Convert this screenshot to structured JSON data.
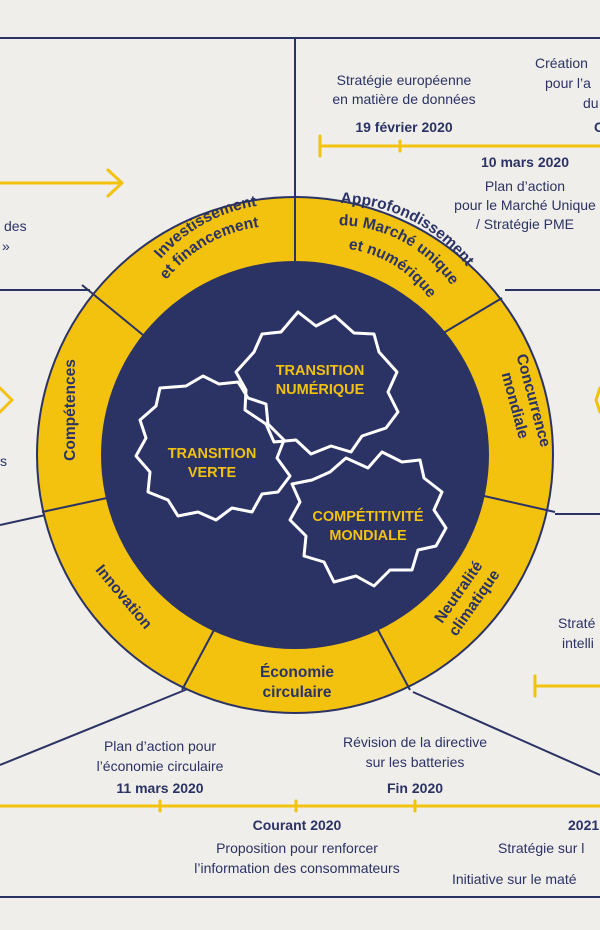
{
  "colors": {
    "navy": "#2b3264",
    "yellow": "#f2c20f",
    "background": "#efeeea"
  },
  "gears": {
    "digital": [
      "TRANSITION",
      "NUMÉRIQUE"
    ],
    "green": [
      "TRANSITION",
      "VERTE"
    ],
    "competitiveness": [
      "COMPÉTITIVITÉ",
      "MONDIALE"
    ]
  },
  "ring_segments": {
    "investment": [
      "Investissement",
      "et financement"
    ],
    "single_market": [
      "Approfondissement",
      "du Marché unique",
      "et numérique"
    ],
    "global_competition": [
      "Concurrence",
      "mondiale"
    ],
    "climate_neutrality": [
      "Neutralité",
      "climatique"
    ],
    "circular_economy": [
      "Économie",
      "circulaire"
    ],
    "innovation": [
      "Innovation"
    ],
    "skills": [
      "Compétences"
    ]
  },
  "top_right_panel": {
    "item1": [
      "Stratégie européenne",
      "en matière de données"
    ],
    "date1": "19 février 2020",
    "date2": "10 mars 2020",
    "item2": [
      "Plan d’action",
      "pour le Marché Unique",
      "/ Stratégie PME"
    ],
    "clipped": [
      "Création",
      "pour l’a",
      "du",
      "C"
    ]
  },
  "left_fragments": {
    "top": [
      "des",
      "»"
    ],
    "middle": "s"
  },
  "right_fragments": [
    "Straté",
    "intelli"
  ],
  "bottom_timeline": {
    "item1": [
      "Plan d’action pour",
      "l’économie circulaire"
    ],
    "date1": "11 mars 2020",
    "item2": [
      "Révision de la directive",
      "sur les batteries"
    ],
    "date2": "Fin 2020",
    "date3": "Courant 2020",
    "item3": [
      "Proposition pour renforcer",
      "l’information des consommateurs"
    ],
    "date4": "2021",
    "item4": [
      "Stratégie sur l",
      "Initiative sur le maté"
    ]
  }
}
